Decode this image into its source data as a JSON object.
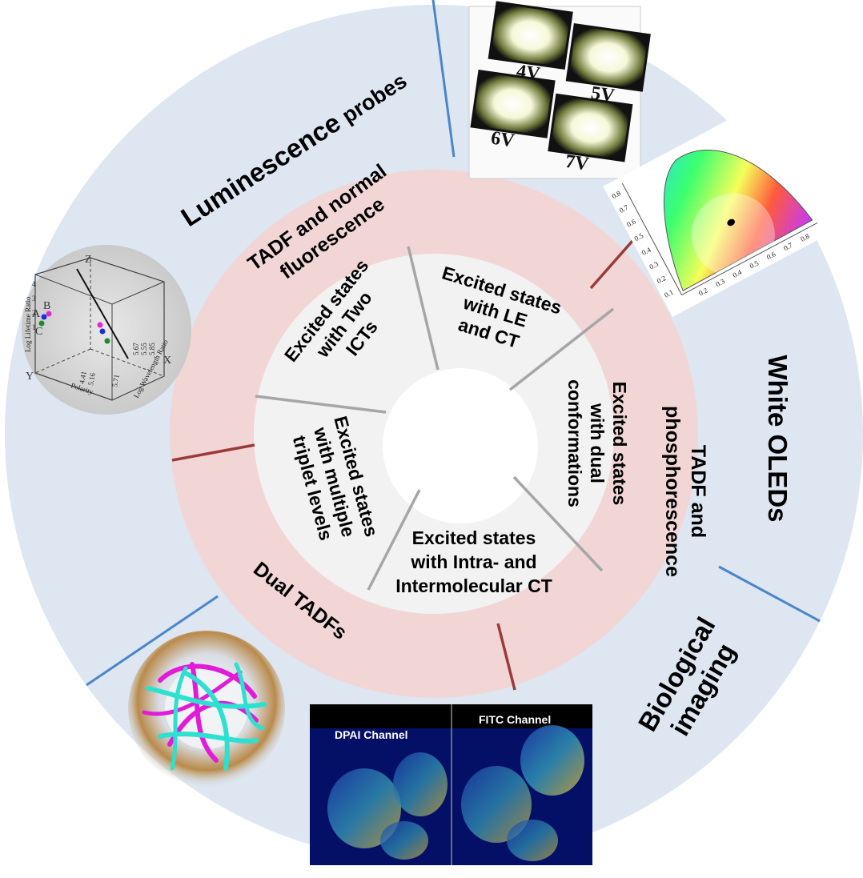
{
  "inner_ring": {
    "two_icts": [
      "Excited states",
      "with Two",
      "ICTs"
    ],
    "le_ct": [
      "Excited states",
      "with LE",
      "and CT"
    ],
    "dual_conf": [
      "Excited states",
      "with dual",
      "conformations"
    ],
    "intra_inter": [
      "Excited states",
      "with Intra- and",
      "Intermolecular CT"
    ],
    "multi_triplet": [
      "Excited states",
      "with multiple",
      "triplet levels"
    ]
  },
  "middle_ring": {
    "tadf_fluor": [
      "TADF and normal",
      "fluorescence"
    ],
    "tadf_phos": [
      "TADF and",
      "phosphorescence"
    ],
    "dual_tadf": "Dual TADFs"
  },
  "outer_ring": {
    "luminescence_main": "Luminescence",
    "luminescence_sub": "probes",
    "white_oleds": "White OLEDs",
    "bio_imaging": [
      "Biological",
      "imaging"
    ]
  },
  "voltage_panel": {
    "labels": [
      "4V",
      "5V",
      "6V",
      "7V"
    ]
  },
  "imaging_panel": {
    "channels": [
      "DPAI Channel",
      "FITC Channel"
    ]
  },
  "plot3d": {
    "axes": [
      "Z",
      "X",
      "Y"
    ],
    "points": [
      "A",
      "B",
      "C"
    ],
    "ylabel": "Log Lifetime Ratio",
    "xlabel": "Polarity",
    "zlabel": "Log Wavelength Ratio",
    "values": [
      "5.67",
      "5.55",
      "5.85",
      "4.41",
      "5.16",
      "5.71"
    ],
    "yticks": [
      "4",
      "3",
      "2",
      "1"
    ]
  },
  "cie_ticks": [
    "0.8",
    "0.7",
    "0.6",
    "0.5",
    "0.4",
    "0.3",
    "0.2",
    "0.1",
    "0.2",
    "0.3",
    "0.4",
    "0.5",
    "0.6",
    "0.7",
    "0.8"
  ],
  "colors": {
    "outer_ring": "#dde6f1",
    "middle_ring": "#f2d6d6",
    "inner_ring": "#f2f2f2",
    "outer_divider": "#4a86c8",
    "middle_divider": "#9b3a38",
    "inner_divider": "#a6a6a6"
  }
}
